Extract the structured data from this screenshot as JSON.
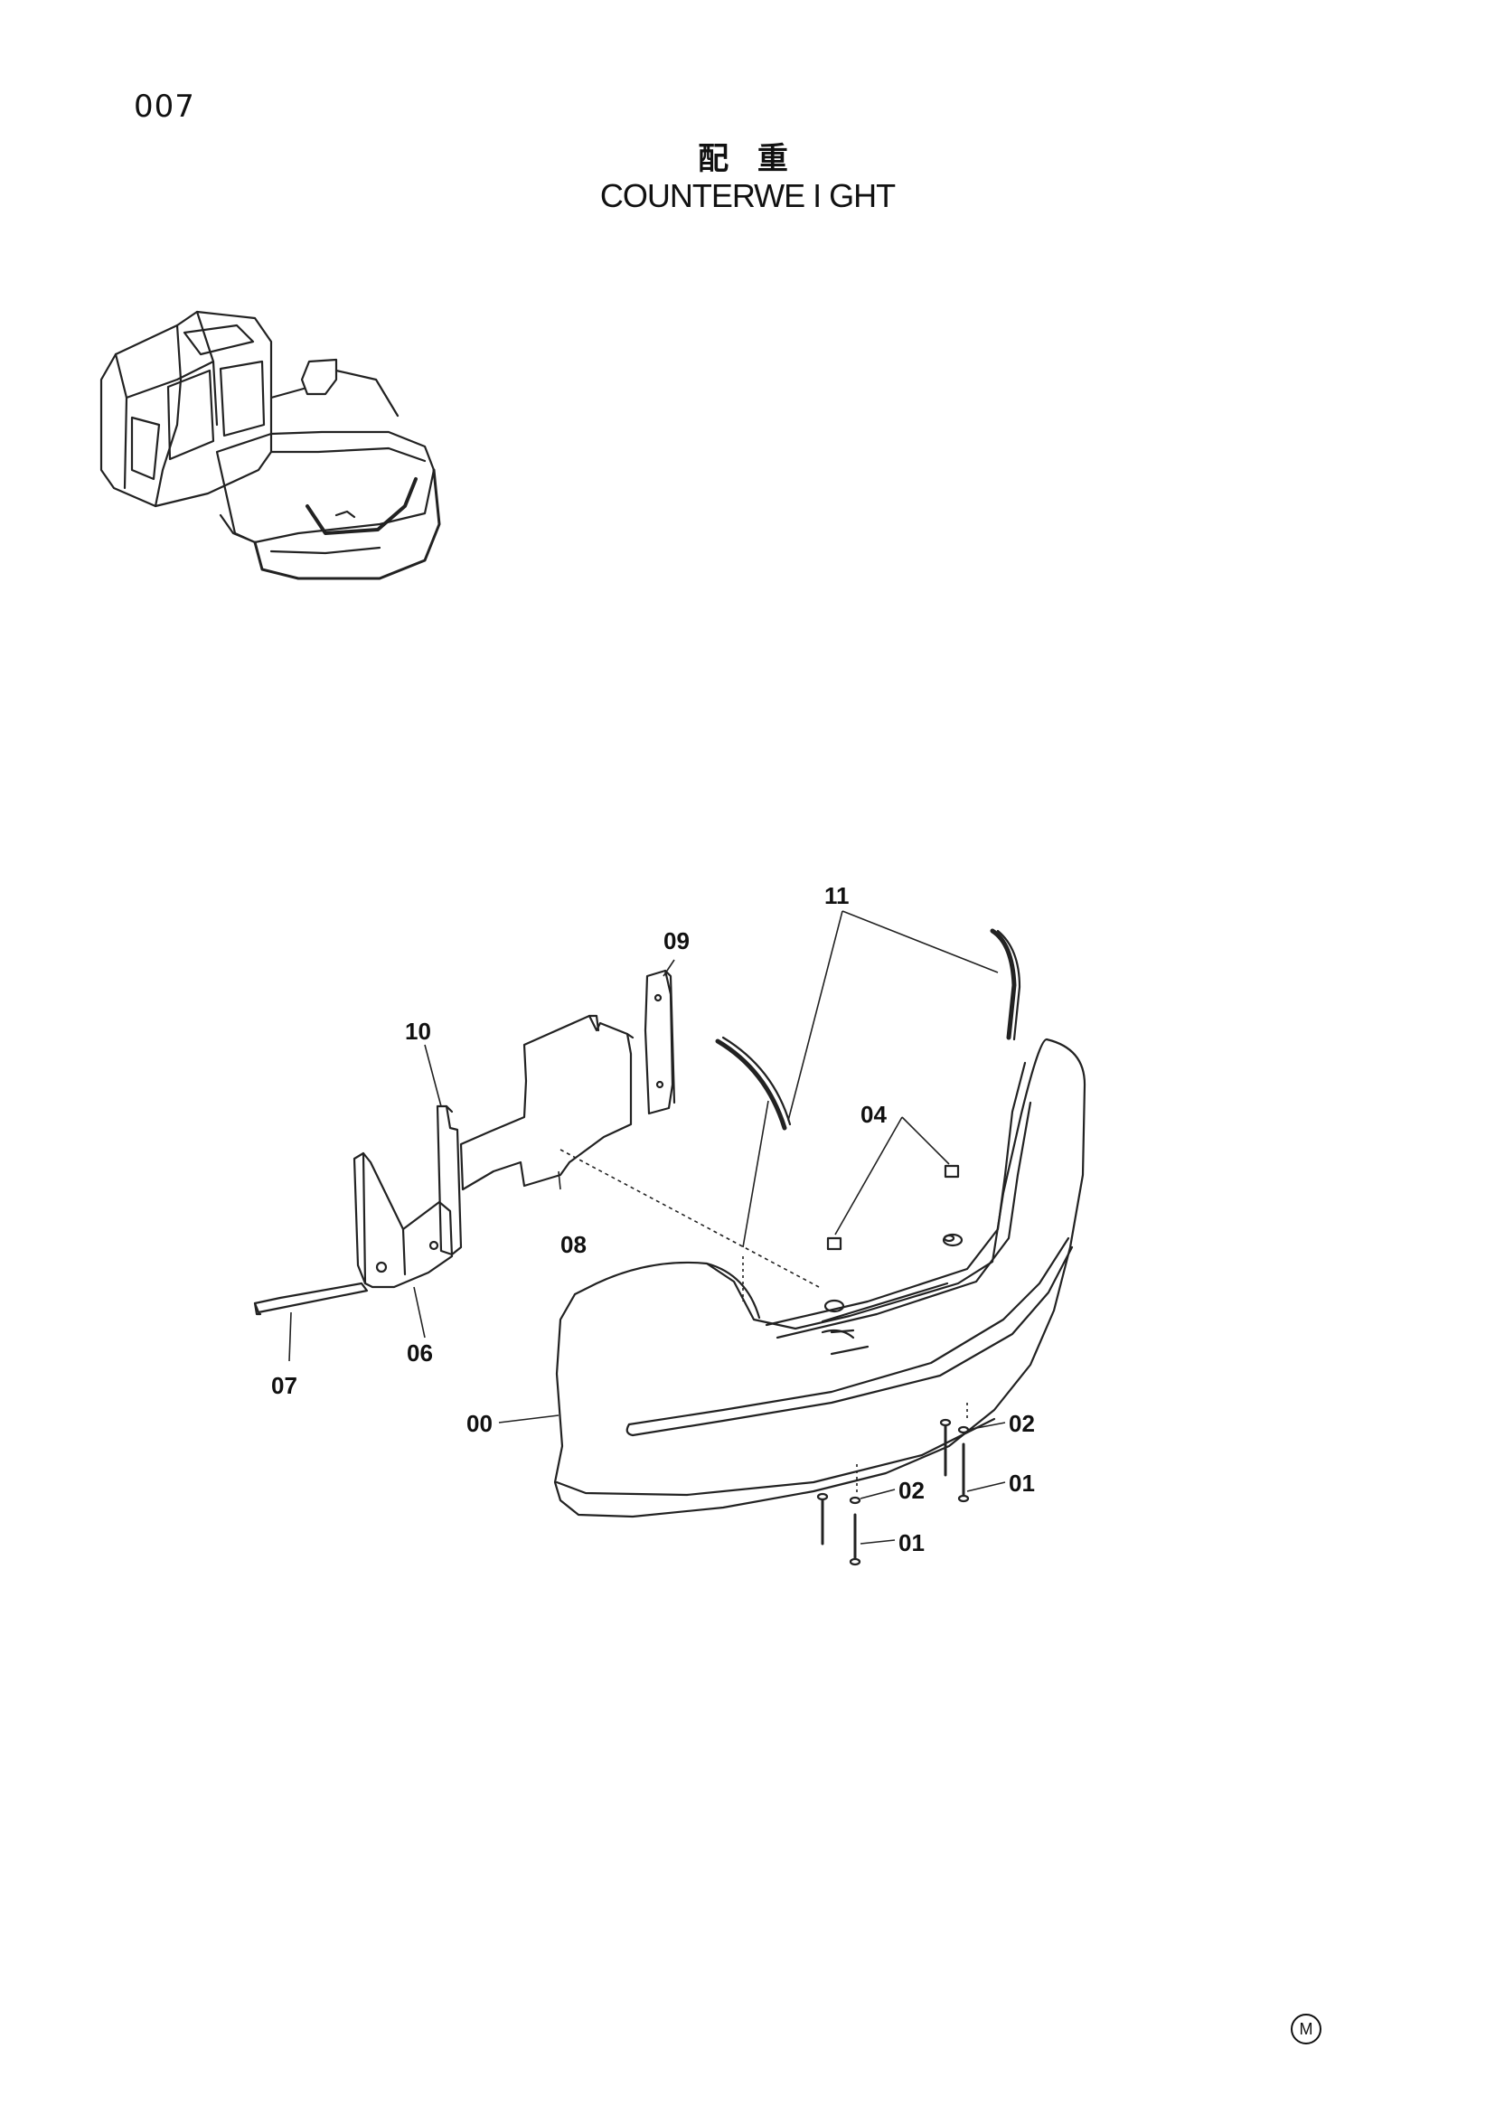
{
  "page": {
    "number": "007",
    "title_jp": "配 重",
    "title_en": "COUNTERWE I GHT",
    "footer_mark": "M"
  },
  "callouts": {
    "c00": "00",
    "c01a": "01",
    "c01b": "01",
    "c02a": "02",
    "c02b": "02",
    "c04": "04",
    "c06": "06",
    "c07": "07",
    "c08": "08",
    "c09": "09",
    "c10": "10",
    "c11": "11"
  }
}
